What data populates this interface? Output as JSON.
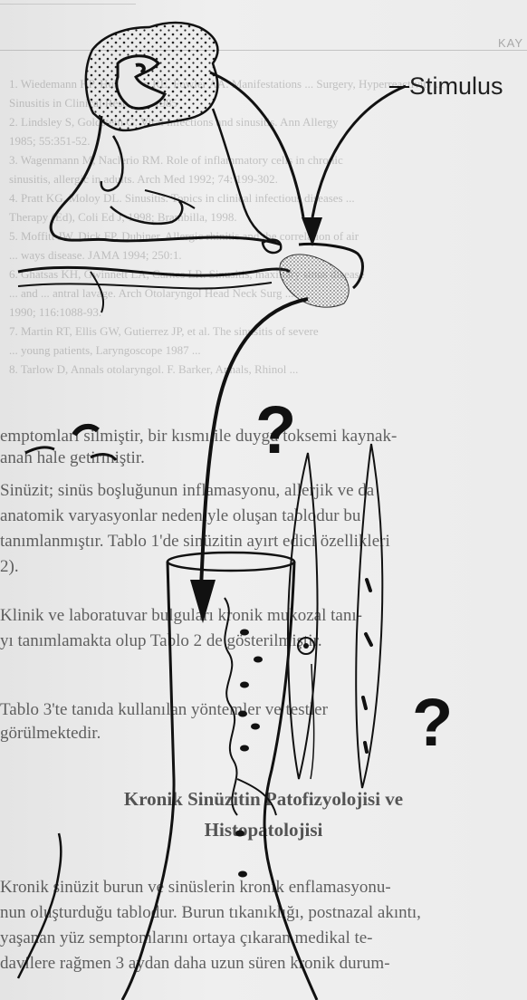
{
  "running_header": {
    "right": "KAY"
  },
  "figure": {
    "stimulus_label": "Stimulus",
    "question_mark": "?"
  },
  "ghost_references": [
    "1. Wiedemann HP, Huberman RE, Fowler AA. Manifestations ... Surgery, Hyperreactivity ...",
    "   Sinusitis in Clinical Research, 1985",
    "2. Lindsley S, Goldstein G. Viral infections and sinusitis. Ann Allergy",
    "   1985; 55:351-52.",
    "3. Wagenmann M, Naclerio RM. Role of inflammatory cells in chronic",
    "   sinusitis, allergic in adults. Arch Med 1992; 74: 199-302.",
    "4. Pratt KG, Moloy DL. Sinusitis. Topics in clinical infectious diseases ...",
    "   Therapy (Ed), Coli Ed J, 1998; Brambilla, 1998.",
    "5. Moffitt JW, Dick FP, Dubiner. Allergic rhinitis and the correlation of air",
    "   ... ways disease. JAMA 1994; 250:1.",
    "6. Ghatsas KH, Gwinnett LA, Carnes LR. Sinusitis, maxillary sinus disease",
    "   ... and ... antral lavage. Arch Otolaryngol Head Neck Surg ...",
    "   1990; 116:1088-93.",
    "7. Martin RT, Ellis GW, Gutierrez JP, et al. The sinusitis of severe",
    "   ... young patients, Laryngoscope 1987 ...",
    "8. Tarlow D, Annals otolaryngol. F. Barker, Annals, Rhinol ..."
  ],
  "paragraphs": [
    "emptomları silmiştir, bir kısmı ile duygu toksemi kaynak-",
    "anah hale getirmiştir.",
    "   Sinüzit; sinüs boşluğunun inflamasyonu, allerjik ve da",
    "anatomik varyasyonlar nedeniyle oluşan tablodur bu",
    "tanımlanmıştır. Tablo 1'de sinüzitin ayırt edici özellikleri",
    "2).",
    "   Klinik ve laboratuvar bulguları kronik mukozal tanı-",
    "yı tanımlamakta olup Tablo 2 de gösterilmiştir.",
    "   Tablo 3'te tanıda kullanılan yöntemler ve testler",
    "görülmektedir."
  ],
  "heading": {
    "line1": "Kronik Sinüzitin Patofizyolojisi ve",
    "line2": "Histopatolojisi"
  },
  "paragraphs2": [
    "   Kronik sinüzit burun ve sinüslerin kronik enflamasyonu-",
    "nun oluşturduğu tablodur. Burun tıkanıklığı, postnazal akıntı,",
    "yaşanan yüz semptomlarını ortaya çıkaran medikal te-",
    "davilere rağmen 3 aydan daha uzun süren kronik durum-"
  ]
}
